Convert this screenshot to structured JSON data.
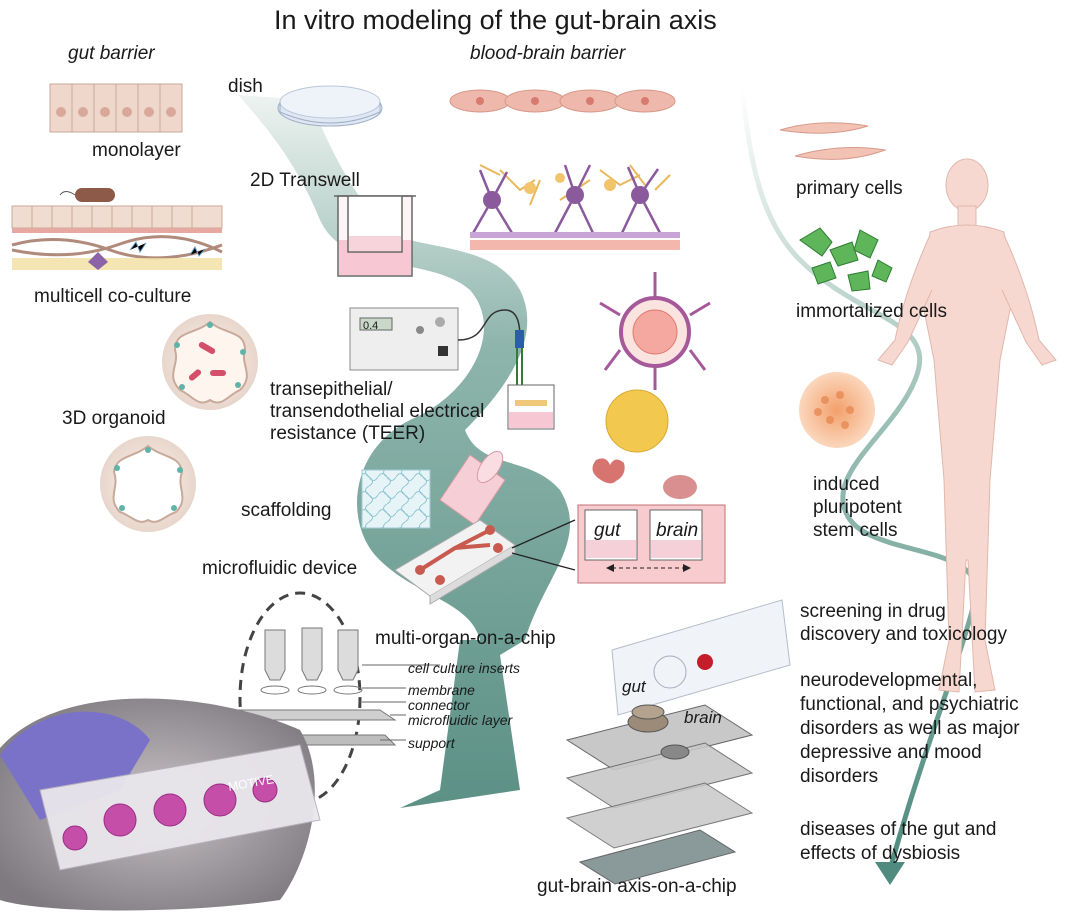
{
  "title": "In vitro modeling of the gut-brain axis",
  "headers": {
    "gut_barrier": "gut barrier",
    "blood_brain_barrier": "blood-brain barrier"
  },
  "left_models": {
    "monolayer": "monolayer",
    "multicell": "multicell co-culture",
    "organoid": "3D organoid"
  },
  "arrow_labels": {
    "dish": "dish",
    "transwell": "2D Transwell",
    "teer": [
      "transepithelial/",
      "transendothelial electrical",
      "resistance (TEER)"
    ],
    "teer_display": "0.4",
    "scaffolding": "scaffolding",
    "microfluidic": "microfluidic device",
    "multi_organ": "multi-organ-on-a-chip",
    "gba_chip": "gut-brain axis-on-a-chip"
  },
  "transwell_pair": {
    "gut": "gut",
    "brain": "brain"
  },
  "chip_parts": {
    "inserts": "cell culture inserts",
    "membrane": "membrane",
    "connector": "connector",
    "layer": "microfluidic layer",
    "support": "support"
  },
  "photo_text": "MOTIVE",
  "stack_labels": {
    "gut": "gut",
    "brain": "brain"
  },
  "cell_sources": {
    "primary": "primary cells",
    "immortalized": "immortalized cells",
    "ipsc": [
      "induced",
      "pluripotent",
      "stem cells"
    ]
  },
  "applications": {
    "screening": [
      "screening in drug",
      "discovery and toxicology"
    ],
    "neuro": [
      "neurodevelopmental,",
      "functional, and psychiatric",
      "disorders as well as major",
      "depressive and mood",
      "disorders"
    ],
    "diseases": [
      "diseases of the gut and",
      "effects of dysbiosis"
    ]
  },
  "colors": {
    "arrow": "#4f8b7f",
    "arrow_light": "#d8e6e1",
    "cell_pink": "#e9b9ad",
    "neuron": "#8a5a9c",
    "astro": "#e8b85a",
    "text": "#1a1a1a"
  }
}
